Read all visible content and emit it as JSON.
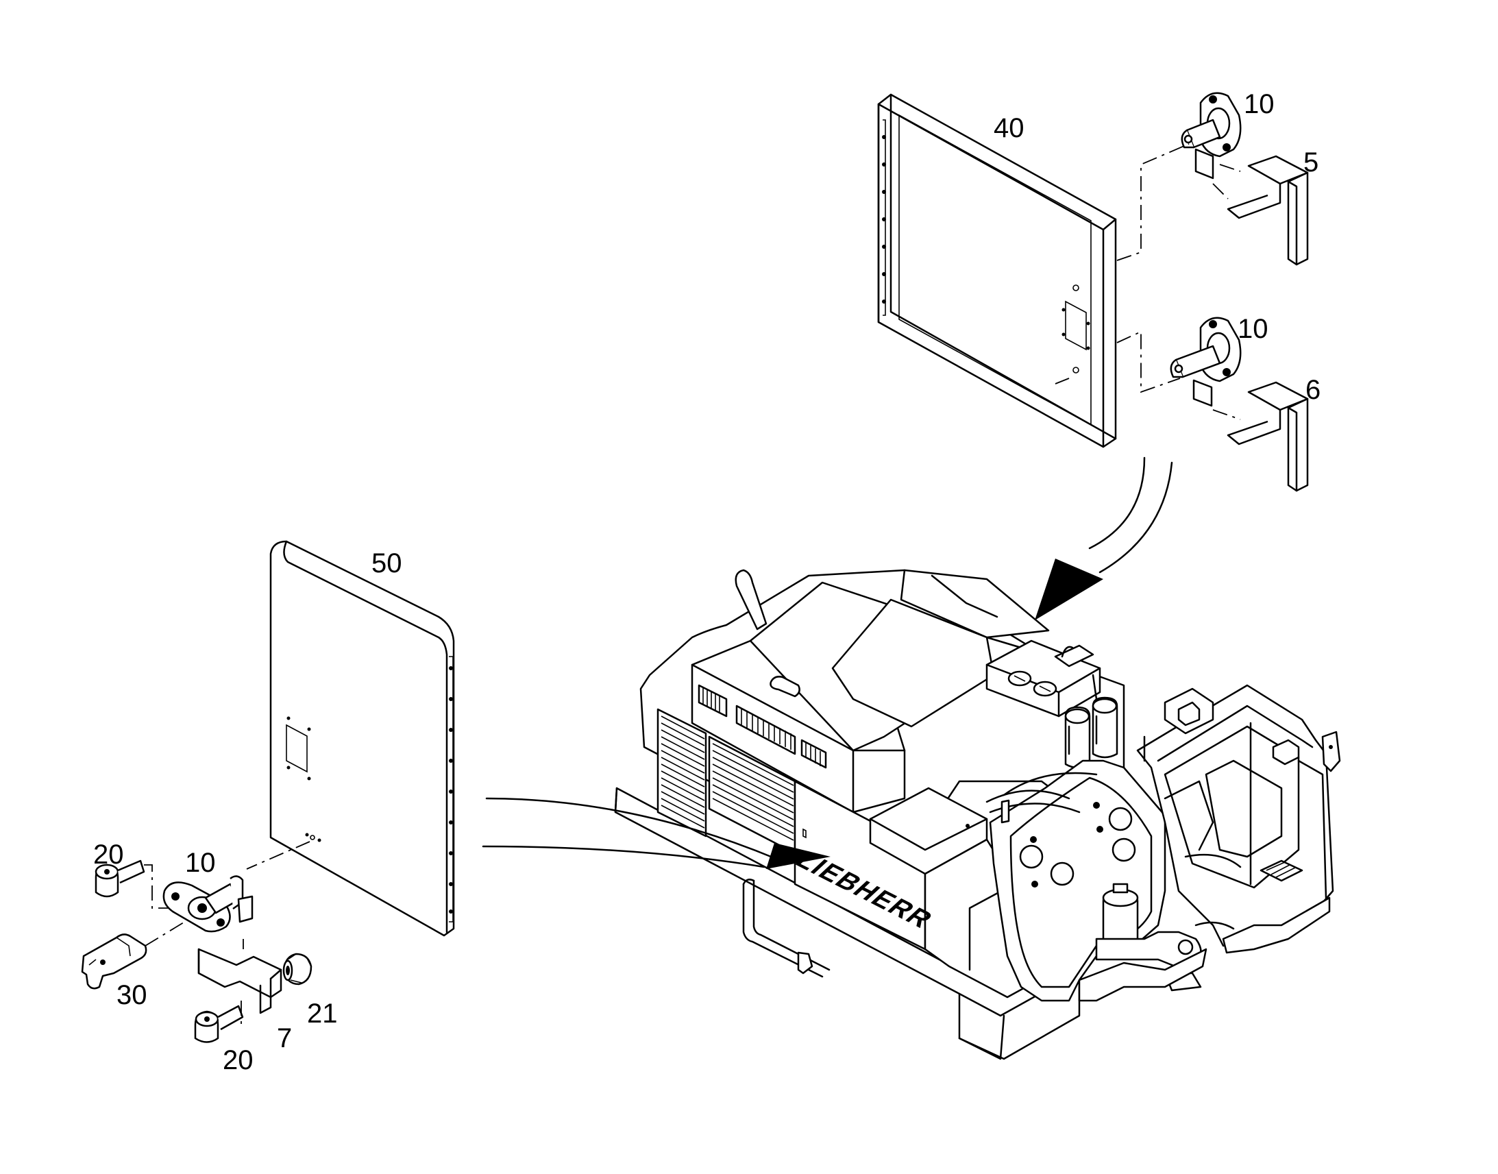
{
  "callouts": [
    {
      "id": "c40",
      "text": "40"
    },
    {
      "id": "c10a",
      "text": "10"
    },
    {
      "id": "c5",
      "text": "5"
    },
    {
      "id": "c10b",
      "text": "10"
    },
    {
      "id": "c6",
      "text": "6"
    },
    {
      "id": "c50",
      "text": "50"
    },
    {
      "id": "c20a",
      "text": "20"
    },
    {
      "id": "c10c",
      "text": "10"
    },
    {
      "id": "c30",
      "text": "30"
    },
    {
      "id": "c21",
      "text": "21"
    },
    {
      "id": "c7",
      "text": "7"
    },
    {
      "id": "c20b",
      "text": "20"
    }
  ],
  "logo_text": "LIEBHERR"
}
